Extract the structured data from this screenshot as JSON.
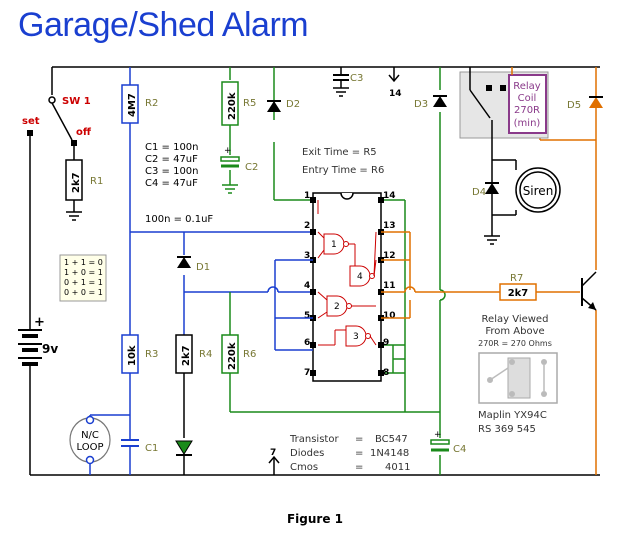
{
  "title": "Garage/Shed Alarm",
  "caption": "Figure 1",
  "colors": {
    "black": "#000000",
    "blue": "#1a3fd0",
    "green": "#1a8a1a",
    "orange": "#e07000",
    "olive": "#777733",
    "relay_purple": "#8a3a8a",
    "relay_panel": "#e6e6e6",
    "chip_pin_fill": "#000000"
  },
  "components": {
    "sw1": "SW 1",
    "set": "set",
    "off": "off",
    "r1_value": "2k7",
    "r1": "R1",
    "r2_value": "4M7",
    "r2": "R2",
    "r3_value": "10k",
    "r3": "R3",
    "r4_value": "2k7",
    "r4": "R4",
    "r5_value": "220k",
    "r5": "R5",
    "r6_value": "220k",
    "r6": "R6",
    "r7_value": "2k7",
    "r7": "R7",
    "c1": "C1",
    "c2": "C2",
    "c3": "C3",
    "c4": "C4",
    "d1": "D1",
    "d2": "D2",
    "d3": "D3",
    "d4": "D4",
    "d5": "D5",
    "battery": "9v",
    "plus": "+",
    "loop_line1": "N/C",
    "loop_line2": "LOOP",
    "siren": "Siren",
    "relay_line1": "Relay",
    "relay_line2": "Coil",
    "relay_line3": "270R",
    "relay_line4": "(min)"
  },
  "notes": {
    "caps": [
      "C1 = 100n",
      "C2 = 47uF",
      "C3 = 100n",
      "C4 = 47uF"
    ],
    "nf": "100n = 0.1uF",
    "exit": "Exit Time   =  R5",
    "entry": "Entry Time =  R6",
    "truth": [
      "1 + 1 = 0",
      "1 + 0 = 1",
      "0 + 1 = 1",
      "0 + 0 = 1"
    ],
    "relay_view": [
      "Relay Viewed",
      "From Above",
      "270R = 270 Ohms"
    ],
    "maplin": [
      "Maplin  YX94C",
      "RS       369 545"
    ],
    "parts": [
      [
        "Transistor",
        "=",
        "BC547"
      ],
      [
        "Diodes",
        "=",
        "1N4148"
      ],
      [
        "Cmos",
        "=",
        "4011"
      ]
    ]
  },
  "pins": {
    "left": [
      "1",
      "2",
      "3",
      "4",
      "5",
      "6",
      "7"
    ],
    "right": [
      "14",
      "13",
      "12",
      "11",
      "10",
      "9",
      "8"
    ],
    "pin14_top": "14",
    "pin7_bottom": "7",
    "gates": [
      "1",
      "2",
      "3",
      "4"
    ]
  }
}
